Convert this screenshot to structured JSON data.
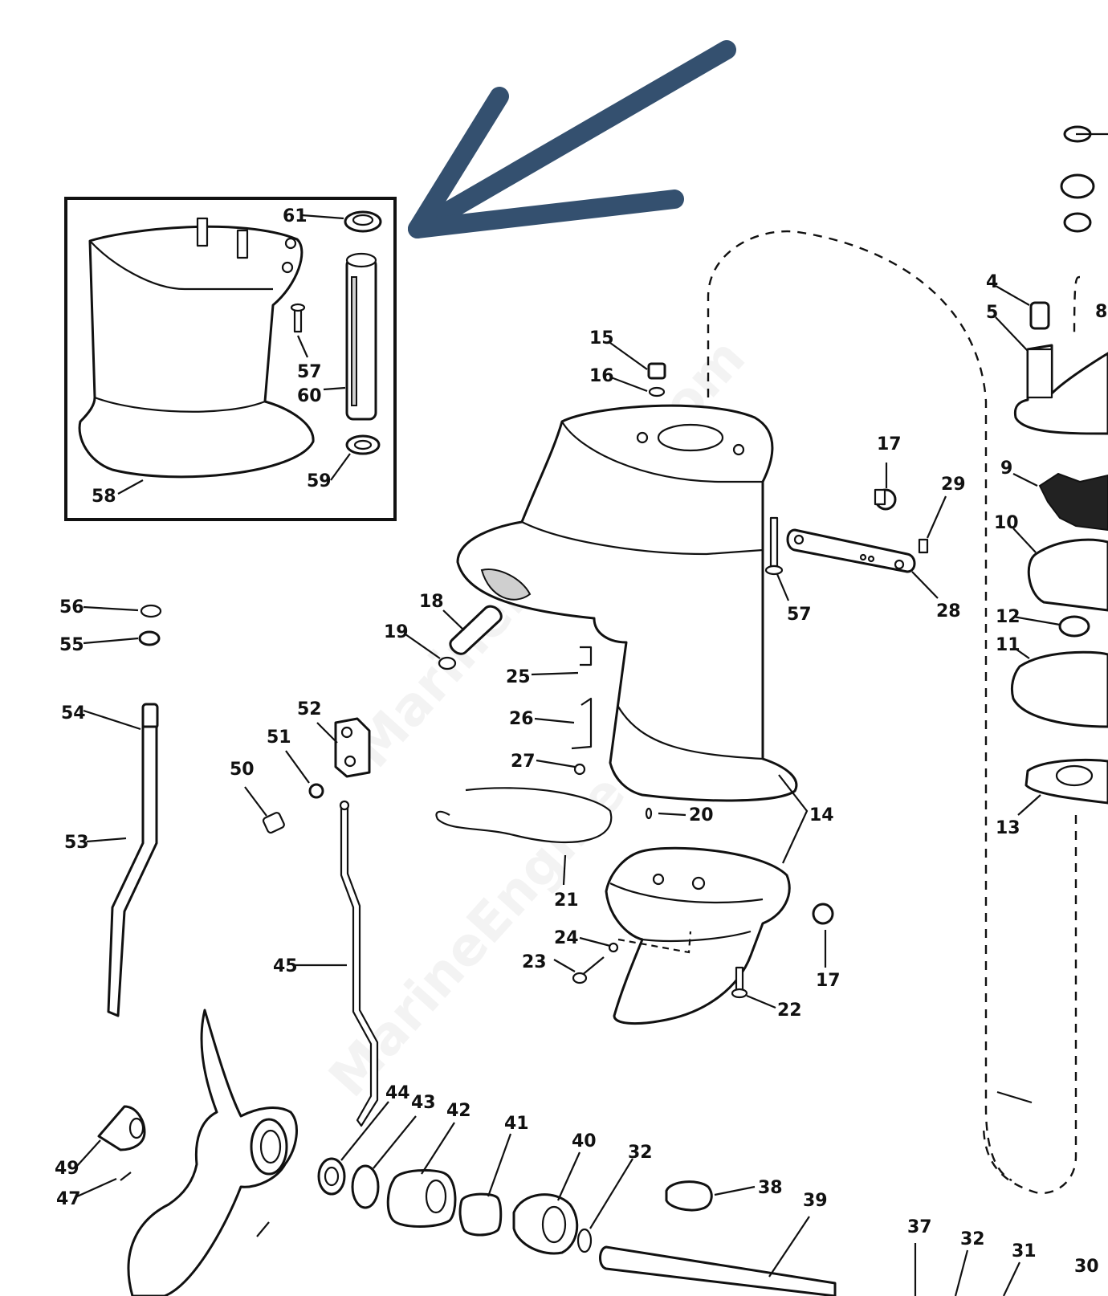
{
  "diagram": {
    "callouts": {
      "c4": "4",
      "c5": "5",
      "c8": "8",
      "c9": "9",
      "c10": "10",
      "c11": "11",
      "c12": "12",
      "c13": "13",
      "c14": "14",
      "c15": "15",
      "c16": "16",
      "c17a": "17",
      "c17b": "17",
      "c18": "18",
      "c19": "19",
      "c20": "20",
      "c21": "21",
      "c22": "22",
      "c23": "23",
      "c24": "24",
      "c25": "25",
      "c26": "26",
      "c27": "27",
      "c28": "28",
      "c29": "29",
      "c30": "30",
      "c31": "31",
      "c32a": "32",
      "c32b": "32",
      "c37": "37",
      "c38": "38",
      "c39": "39",
      "c40": "40",
      "c41": "41",
      "c42": "42",
      "c43": "43",
      "c44": "44",
      "c45": "45",
      "c47": "47",
      "c49": "49",
      "c50": "50",
      "c51": "51",
      "c52": "52",
      "c53": "53",
      "c54": "54",
      "c55": "55",
      "c56": "56",
      "c57a": "57",
      "c57b": "57",
      "c58": "58",
      "c59": "59",
      "c60": "60",
      "c61": "61"
    },
    "watermark": {
      "upper": "MarineEngine.com",
      "lower": "MarineEngine.com"
    },
    "highlight_arrow_color": "#34506f"
  }
}
